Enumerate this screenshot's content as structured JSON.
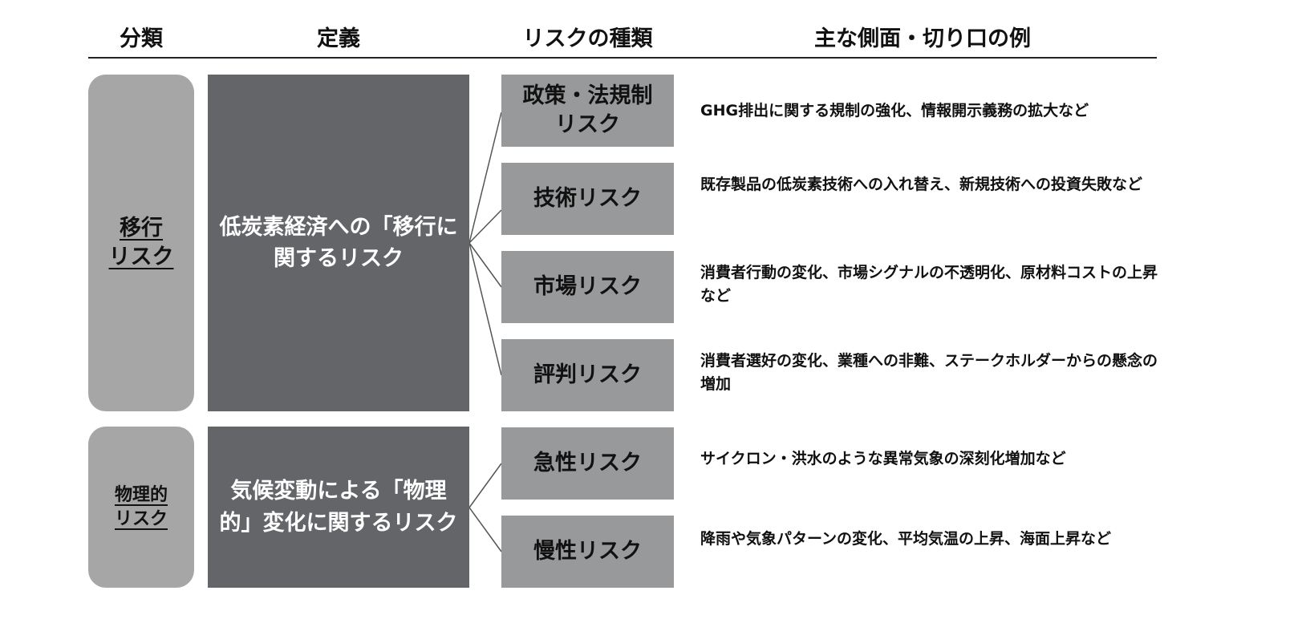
{
  "headers": {
    "category": "分類",
    "definition": "定義",
    "risk_type": "リスクの種類",
    "examples": "主な側面・切り口の例"
  },
  "groups": [
    {
      "category": "移行\nリスク",
      "definition": "低炭素経済への「移行に関するリスク",
      "types": [
        {
          "label": "政策・法規制\nリスク",
          "example": "GHG排出に関する規制の強化、情報開示義務の拡大など"
        },
        {
          "label": "技術リスク",
          "example": "既存製品の低炭素技術への入れ替え、新規技術への投資失敗など"
        },
        {
          "label": "市場リスク",
          "example": "消費者行動の変化、市場シグナルの不透明化、原材料コストの上昇など"
        },
        {
          "label": "評判リスク",
          "example": "消費者選好の変化、業種への非難、ステークホルダーからの懸念の増加"
        }
      ]
    },
    {
      "category": "物理的\nリスク",
      "definition": "気候変動による「物理的」変化に関するリスク",
      "types": [
        {
          "label": "急性リスク",
          "example": "サイクロン・洪水のような異常気象の深刻化増加など"
        },
        {
          "label": "慢性リスク",
          "example": "降雨や気象パターンの変化、平均気温の上昇、海面上昇など"
        }
      ]
    }
  ],
  "colors": {
    "category_box": "#a6a6a7",
    "definition_box": "#636569",
    "type_box": "#98999b",
    "connector": "#555555"
  }
}
